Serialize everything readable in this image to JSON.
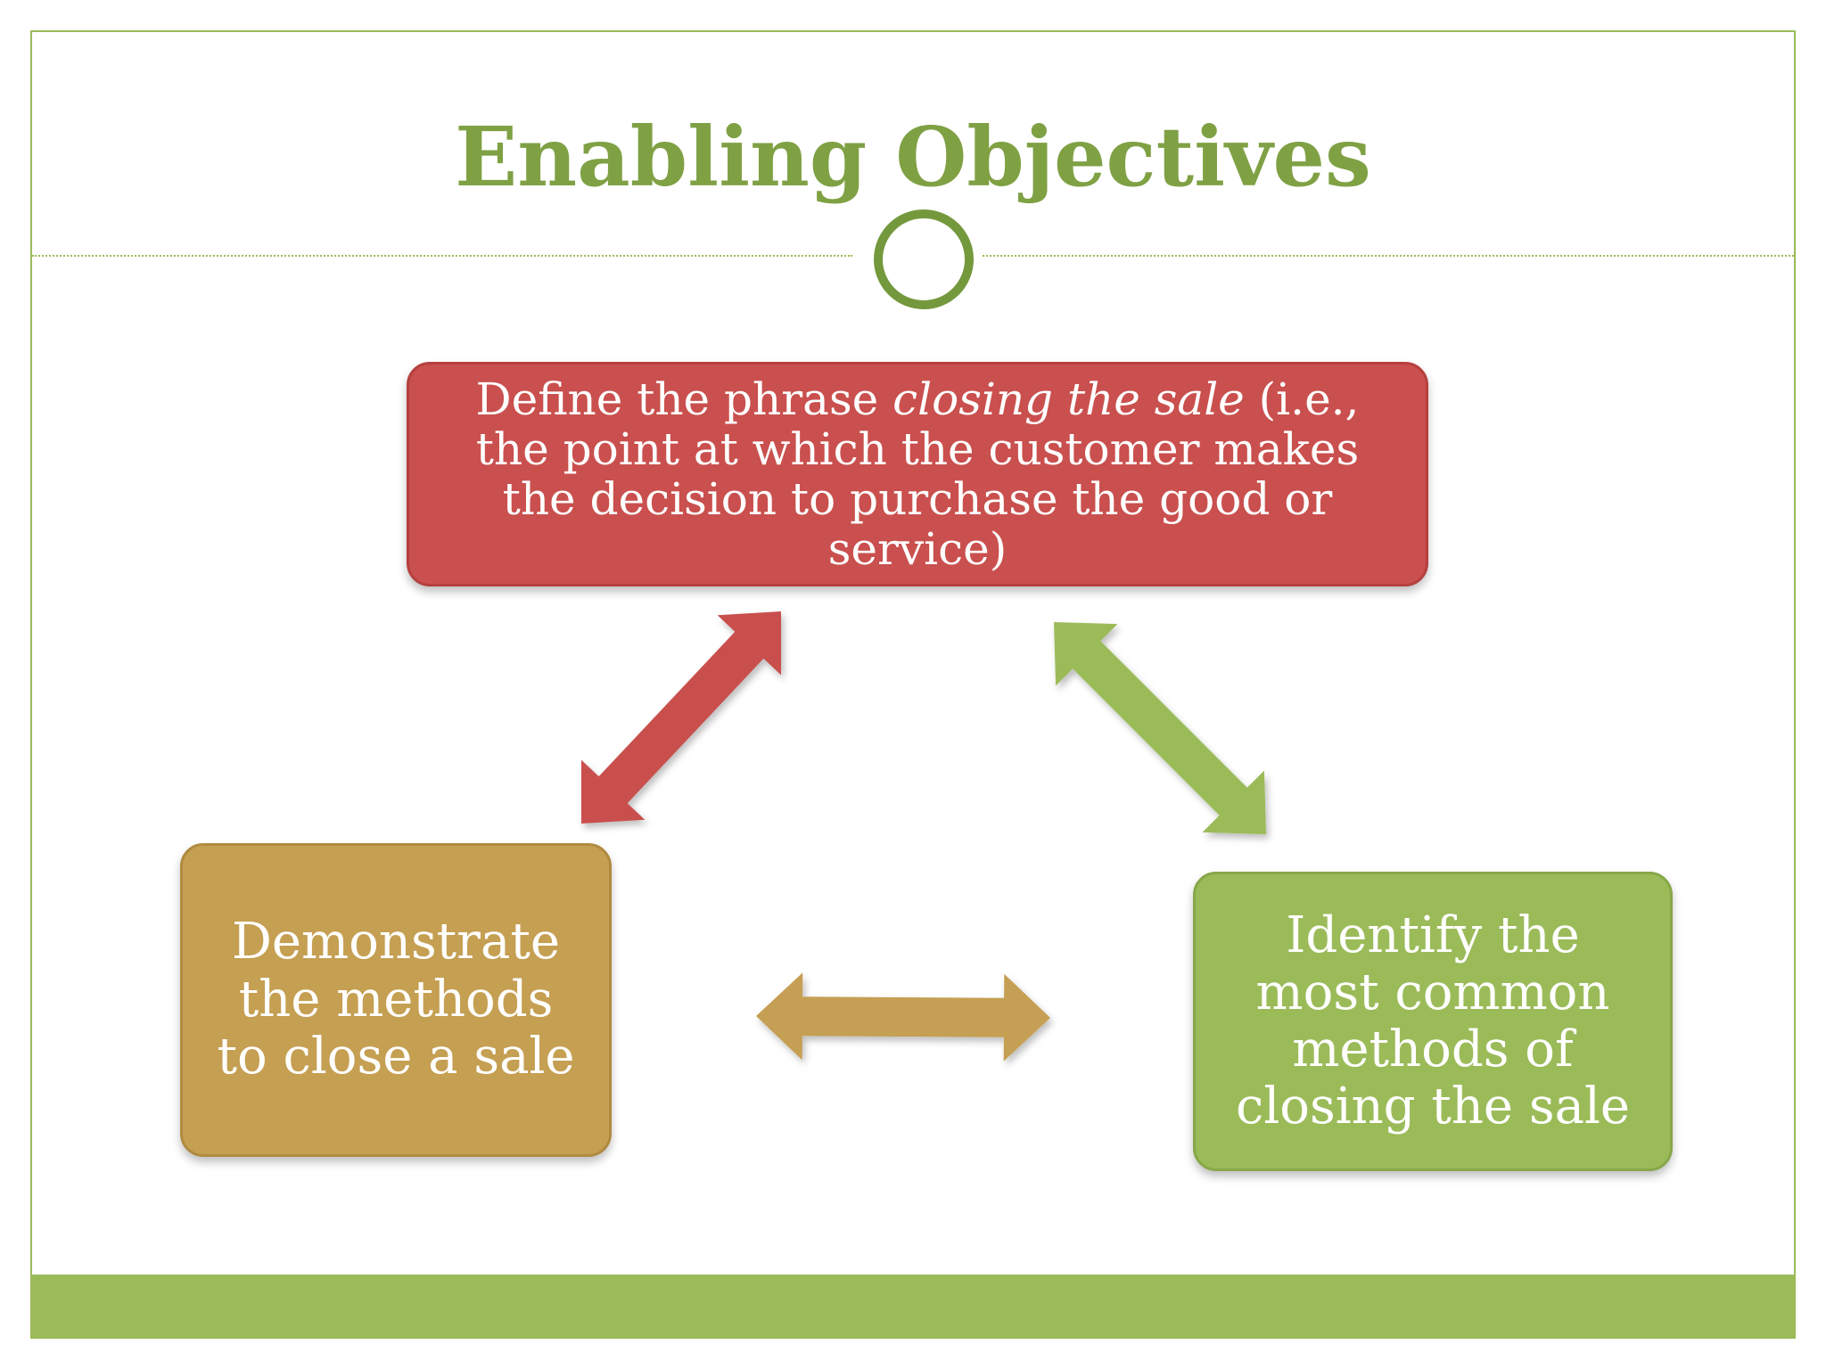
{
  "slide": {
    "title": "Enabling Objectives"
  },
  "boxes": {
    "define": {
      "text_before": "Define the phrase ",
      "text_italic": "closing the sale",
      "text_after": " (i.e., the point at which the customer makes the decision to purchase the good or service)",
      "color": "#c9504e"
    },
    "demonstrate": {
      "text": "Demonstrate the methods to close a sale",
      "color": "#c59f52"
    },
    "identify": {
      "text": "Identify the most common methods of closing the sale",
      "color": "#9bbb59"
    }
  },
  "connectors": [
    {
      "from": "define",
      "to": "demonstrate",
      "direction": "bidirectional",
      "color": "#c9504e"
    },
    {
      "from": "define",
      "to": "identify",
      "direction": "bidirectional",
      "color": "#9bbb59"
    },
    {
      "from": "demonstrate",
      "to": "identify",
      "direction": "bidirectional",
      "color": "#c59f52"
    }
  ],
  "theme": {
    "accent": "#9bbb59",
    "title_color": "#7fa144"
  }
}
